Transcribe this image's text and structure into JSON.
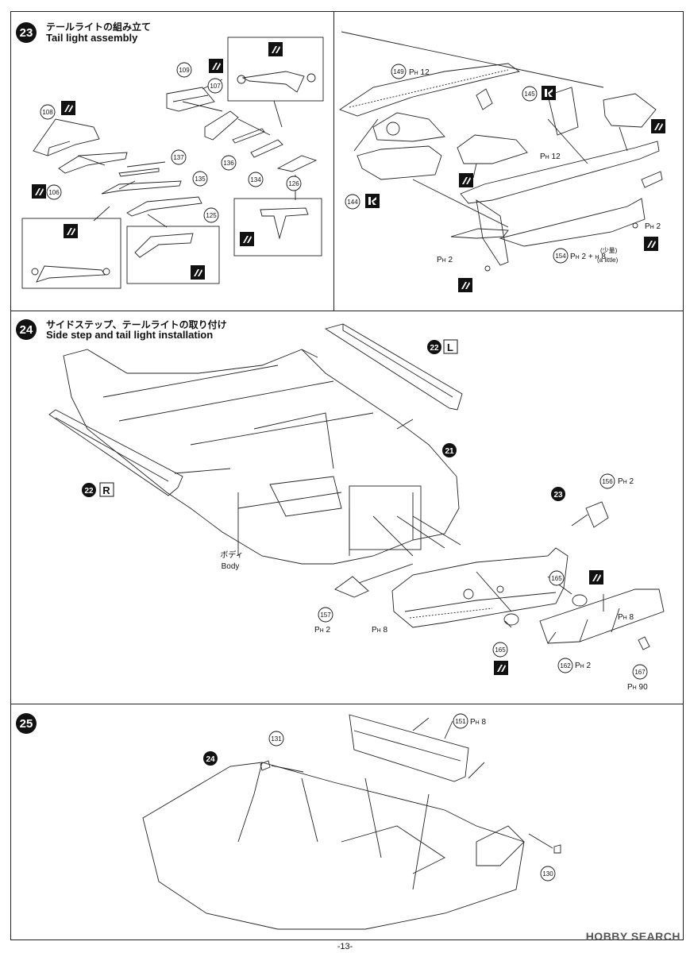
{
  "steps": [
    {
      "number": "23",
      "title_jp": "テールライトの組み立て",
      "title_en": "Tail light assembly"
    },
    {
      "number": "24",
      "title_jp": "サイドステップ、テールライトの取り付け",
      "title_en": "Side step and tail light installation"
    },
    {
      "number": "25",
      "title_jp": "",
      "title_en": ""
    }
  ],
  "step23": {
    "parts": [
      "109",
      "107",
      "108",
      "137",
      "135",
      "106",
      "136",
      "134",
      "126",
      "125",
      "149",
      "145",
      "144",
      "154"
    ],
    "paint_codes": {
      "p149": "12",
      "p12": "12",
      "p2a": "2",
      "p2b": "2",
      "p154a": "2",
      "p154b": "8"
    },
    "note_jp": "(少量)",
    "note_en": "(a little)"
  },
  "step24": {
    "parts": [
      "156",
      "165",
      "157",
      "165",
      "162",
      "167"
    ],
    "sub_refs": [
      "22",
      "22",
      "21",
      "23"
    ],
    "side_left": "L",
    "side_right": "R",
    "body_jp": "ボディ",
    "body_en": "Body",
    "paint_codes": {
      "p156": "2",
      "p157": "2",
      "p157b": "8",
      "p162": "2",
      "p162b": "8",
      "p167": "90"
    }
  },
  "step25": {
    "parts": [
      "131",
      "151",
      "130"
    ],
    "sub_ref": "24",
    "paint_codes": {
      "p151": "8"
    }
  },
  "page_number": "-13-",
  "watermark": {
    "brand": "HOBBY SEARCH"
  }
}
